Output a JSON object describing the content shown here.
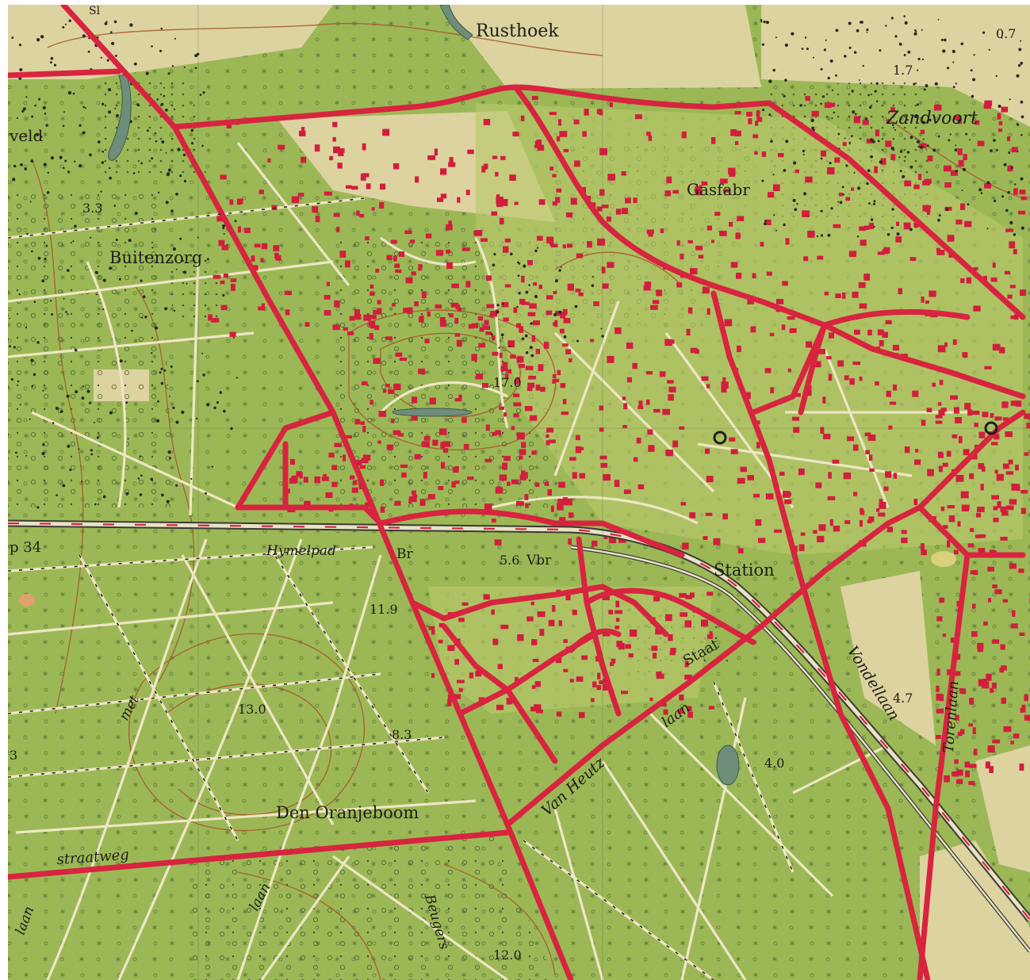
{
  "colors": {
    "forest": "#9cb856",
    "forest_light": "#b3c66a",
    "open_land": "#ddd3a0",
    "road": "#d8243f",
    "building": "#d21e3e",
    "path": "#efe6c4",
    "water": "#6e8e7a",
    "contour": "#a5582c",
    "rail": "#3a3a34",
    "ink": "#1e1d1a"
  },
  "labels": {
    "rusthoek": "Rusthoek",
    "zandvoort": "Zandvoort",
    "gasfabr": "Gasfabr",
    "buitenzorg": "Buitenzorg",
    "veld": "veld",
    "station": "Station",
    "torenlaan": "Torenlaan",
    "vondellaan": "Vondellaan",
    "van_heutz": "Van Heutz",
    "laan_vh": "laan",
    "staat": "Staat",
    "den_oranjeboom": "Den Oranjeboom",
    "straatweg": "straatweg",
    "hymelpad": "Hymelpad",
    "br": "Br",
    "met": "met",
    "laan_lower": "laan",
    "laan_left": "laan",
    "beugers": "Beugers",
    "p34": "p 34",
    "vbr": "Vbr",
    "sl": "Sl"
  },
  "heights": {
    "h07": "0.7",
    "h17": "1.7",
    "h33": "3.3",
    "h170": "17.0",
    "h56": "5.6",
    "h119": "11.9",
    "h130": "13.0",
    "h83": "8.3",
    "h40": "4.0",
    "h47": "4.7",
    "h120": "12.0",
    "h3": "3"
  },
  "icons": {
    "church": "church-circle-icon",
    "tree": "tree-dot-icon",
    "conifer": "conifer-star-icon"
  }
}
